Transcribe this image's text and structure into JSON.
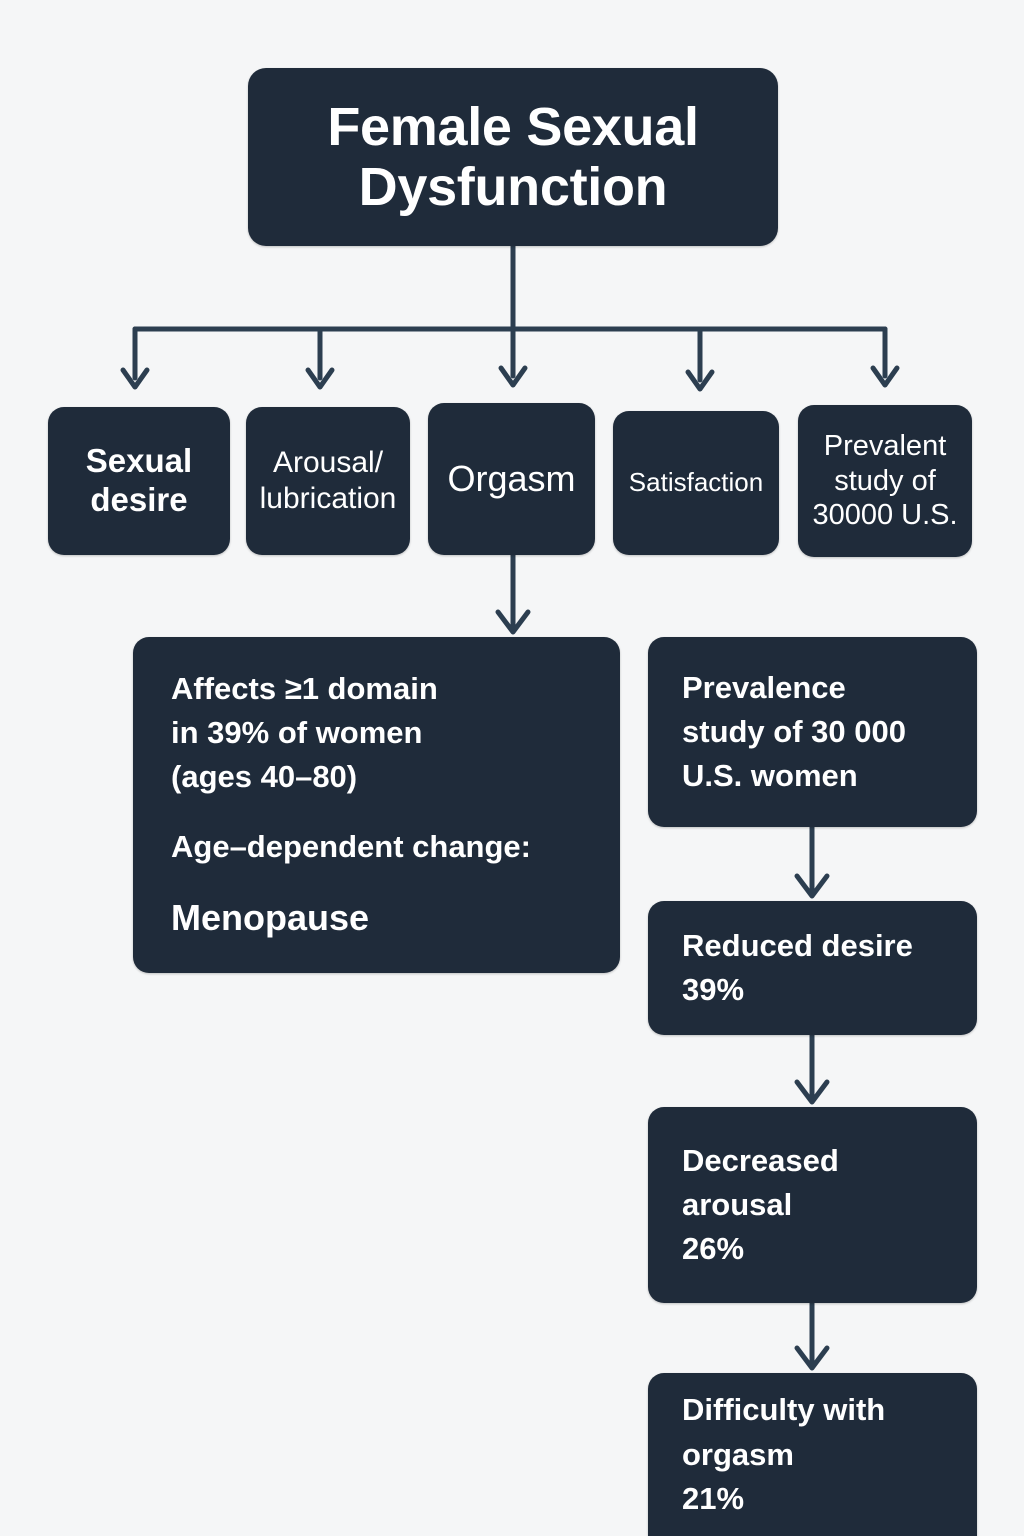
{
  "colors": {
    "background": "#f5f6f7",
    "node_fill": "#1f2b3a",
    "node_text": "#ffffff",
    "connector": "#2c3e50"
  },
  "title": {
    "line1": "Female Sexual",
    "line2": "Dysfunction"
  },
  "domains": [
    {
      "name": "sexual-desire",
      "line1": "Sexual",
      "line2": "desire"
    },
    {
      "name": "arousal-lubrication",
      "line1": "Arousal/",
      "line2": "lubrication"
    },
    {
      "name": "orgasm",
      "line1": "Orgasm",
      "line2": ""
    },
    {
      "name": "satisfaction",
      "line1": "Satisfaction",
      "line2": ""
    },
    {
      "name": "prevalent-study",
      "line1": "Prevalent",
      "line2": "study of",
      "line3": "30000 U.S."
    }
  ],
  "detail": {
    "para1_line1": "Affects ≥1 domain",
    "para1_line2": "in 39% of women",
    "para1_line3": "(ages 40–80)",
    "para2": "Age–dependent change:",
    "para3": "Menopause"
  },
  "stats": [
    {
      "name": "prevalence-study",
      "line1": "Prevalence",
      "line2": "study of 30 000",
      "line3": "U.S. women"
    },
    {
      "name": "reduced-desire",
      "line1": "Reduced desire",
      "line2": "39%"
    },
    {
      "name": "decreased-arousal",
      "line1": "Decreased",
      "line2": "arousal",
      "line3": "26%"
    },
    {
      "name": "difficulty-orgasm",
      "line1": "Difficulty with",
      "line2": "orgasm",
      "line3": "21%"
    }
  ]
}
